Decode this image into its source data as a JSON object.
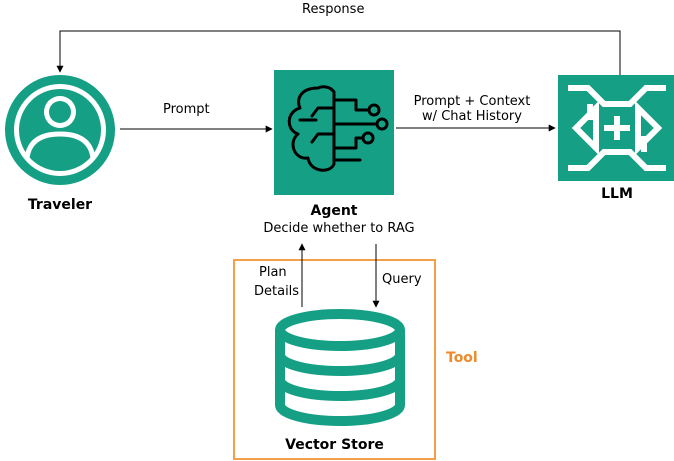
{
  "colors": {
    "teal": "#15a085",
    "tool_border": "#f4a04a",
    "tool_text": "#ee8a2b",
    "line": "#000000"
  },
  "nodes": {
    "traveler": {
      "label": "Traveler",
      "icon": "user-circle-icon"
    },
    "agent": {
      "label": "Agent",
      "sublabel": "Decide whether to RAG",
      "icon": "brain-circuit-icon"
    },
    "llm": {
      "label": "LLM",
      "icon": "neural-network-icon"
    },
    "vector_store": {
      "label": "Vector Store",
      "icon": "database-icon"
    },
    "tool": {
      "label": "Tool"
    }
  },
  "edges": {
    "prompt": "Prompt",
    "prompt_context_line1": "Prompt + Context",
    "prompt_context_line2": "w/ Chat History",
    "response": "Response",
    "plan_details_line1": "Plan",
    "plan_details_line2": "Details",
    "query": "Query"
  }
}
